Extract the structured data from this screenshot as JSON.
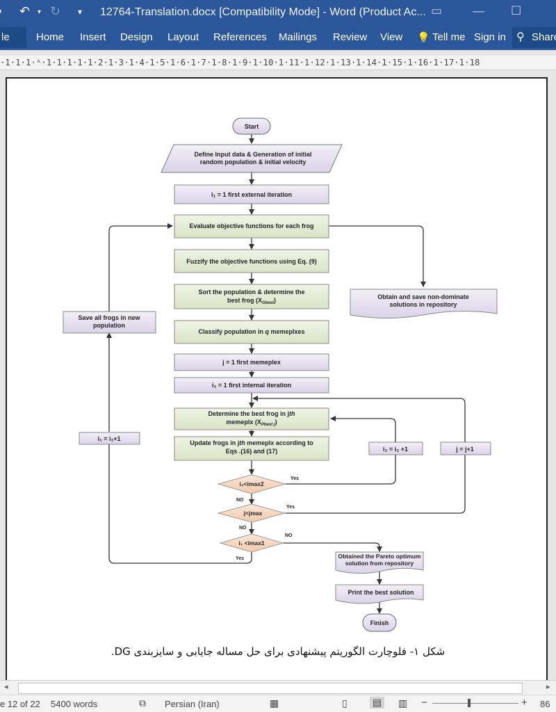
{
  "window": {
    "title": "12764-Translation.docx [Compatibility Mode] - Word (Product Ac...",
    "quick_access": {
      "save_icon": "save-icon",
      "undo_icon": "undo-icon",
      "redo_icon": "redo-icon",
      "customize_icon": "customize-icon"
    }
  },
  "ribbon": {
    "file_label": "le",
    "tabs": [
      "Home",
      "Insert",
      "Design",
      "Layout",
      "References",
      "Mailings",
      "Review",
      "View"
    ],
    "tell_me": "Tell me",
    "sign_in": "Sign in",
    "share": "Share"
  },
  "ruler": {
    "scale": "·1·1·1·ᴬ·1·1·1·1·1·2·1·3·1·4·1·5·1·6·1·7·1·8·1·9·1·10·1·11·1·12·1·13·1·14·1·15·1·16·1·17·1·18"
  },
  "flowchart": {
    "start": "Start",
    "define_1": "Define Input data & Generation of initial",
    "define_2": "random population & initial velocity",
    "ext_iter": "i₁ = 1 first external iteration",
    "evaluate": "Evaluate objective functions for each frog",
    "fuzzify": "Fuzzify the objective functions using Eq. (9)",
    "sort_1": "Sort the population & determine the",
    "sort_2": "best frog (X",
    "sort_sub": "Gbest",
    "classify_a": "Classify population in ",
    "classify_q": "q",
    "classify_b": " memeplxes",
    "first_memeplex": "j = 1 first memeplex",
    "int_iter": "i₂ = 1 first internal iteration",
    "best_frog_1": "Determine the best frog in j",
    "best_frog_th": "th",
    "best_frog_2": "memeplx (X",
    "best_frog_sub": "Pbest j",
    "update_1": "Update frogs in j",
    "update_th": "th",
    "update_1b": " memeplx according to",
    "update_2": "Eqs .(16) and (17)",
    "cond_imax2": "i₂<imax2",
    "cond_jmax": "j<jmax",
    "cond_imax1": "i₁ <imax1",
    "yes": "Yes",
    "no": "NO",
    "obtain_1": "Obtain and save non-dominate",
    "obtain_2": "solutions in repository",
    "save_1": "Save all frogs in new",
    "save_2": "population",
    "i1_inc": "i₁ = i₁+1",
    "i2_inc": "i₂ = i₂ +1",
    "j_inc": "j = j+1",
    "pareto_1": "Obtained the Pareto optimum",
    "pareto_2": "solution from repository",
    "print": "Print the best solution",
    "finish": "Finish",
    "colors": {
      "purple_fill": "#e4e0ee",
      "green_fill": "#e6ecd8",
      "diamond_fill": "#f7d9c4",
      "stroke": "#555555"
    }
  },
  "caption": "شکل ۱- فلوچارت الگوریتم پیشنهادی برای حل مساله جایابی و سایزبندی DG.",
  "status": {
    "page": "e 12 of 22",
    "words": "5400 words",
    "language": "Persian (Iran)",
    "zoom": "86"
  }
}
